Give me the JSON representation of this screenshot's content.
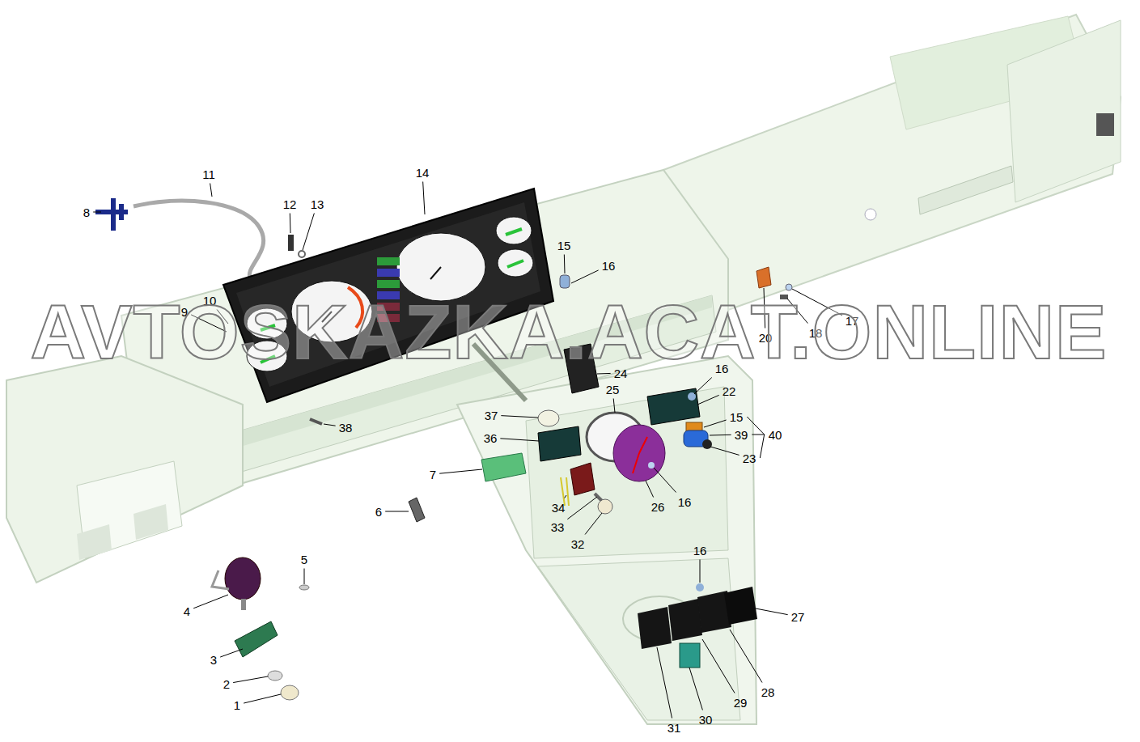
{
  "diagram": {
    "labels": [
      "11",
      "14",
      "8",
      "12",
      "13",
      "15",
      "16",
      "20",
      "17",
      "18",
      "9",
      "10",
      "24",
      "16",
      "22",
      "25",
      "37",
      "15",
      "39",
      "40",
      "36",
      "23",
      "38",
      "7",
      "34",
      "26",
      "16",
      "6",
      "33",
      "32",
      "5",
      "16",
      "4",
      "27",
      "3",
      "2",
      "1",
      "31",
      "30",
      "29",
      "28",
      "AVTOSKAZKA.ACAT.ONLINE"
    ]
  }
}
